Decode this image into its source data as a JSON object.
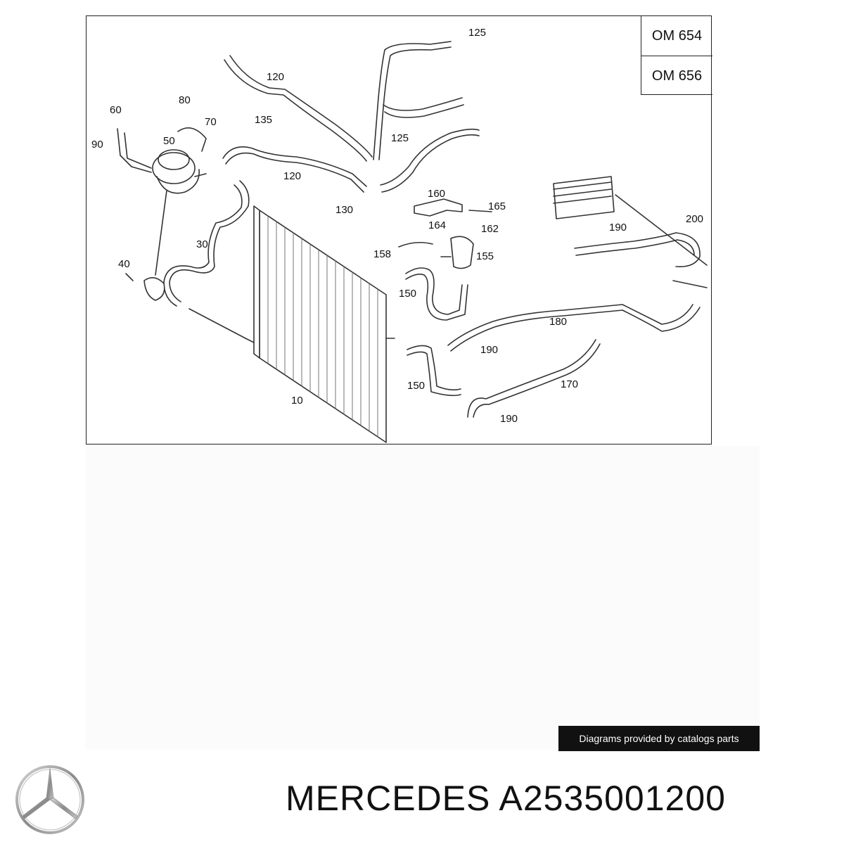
{
  "diagram": {
    "engine_variants": [
      "OM 654",
      "OM 656"
    ],
    "callouts": [
      "125",
      "120",
      "80",
      "60",
      "70",
      "135",
      "125",
      "90",
      "50",
      "120",
      "130",
      "160",
      "165",
      "164",
      "162",
      "190",
      "200",
      "30",
      "158",
      "155",
      "40",
      "150",
      "180",
      "190",
      "150",
      "170",
      "10",
      "190"
    ]
  },
  "credit": {
    "text": "Diagrams provided by catalogs parts"
  },
  "brand": {
    "logo": "mercedes-star-icon"
  },
  "part": {
    "title": "MERCEDES A2535001200"
  },
  "colors": {
    "line": "#222222",
    "banner_bg": "#111111",
    "banner_text": "#ffffff"
  }
}
